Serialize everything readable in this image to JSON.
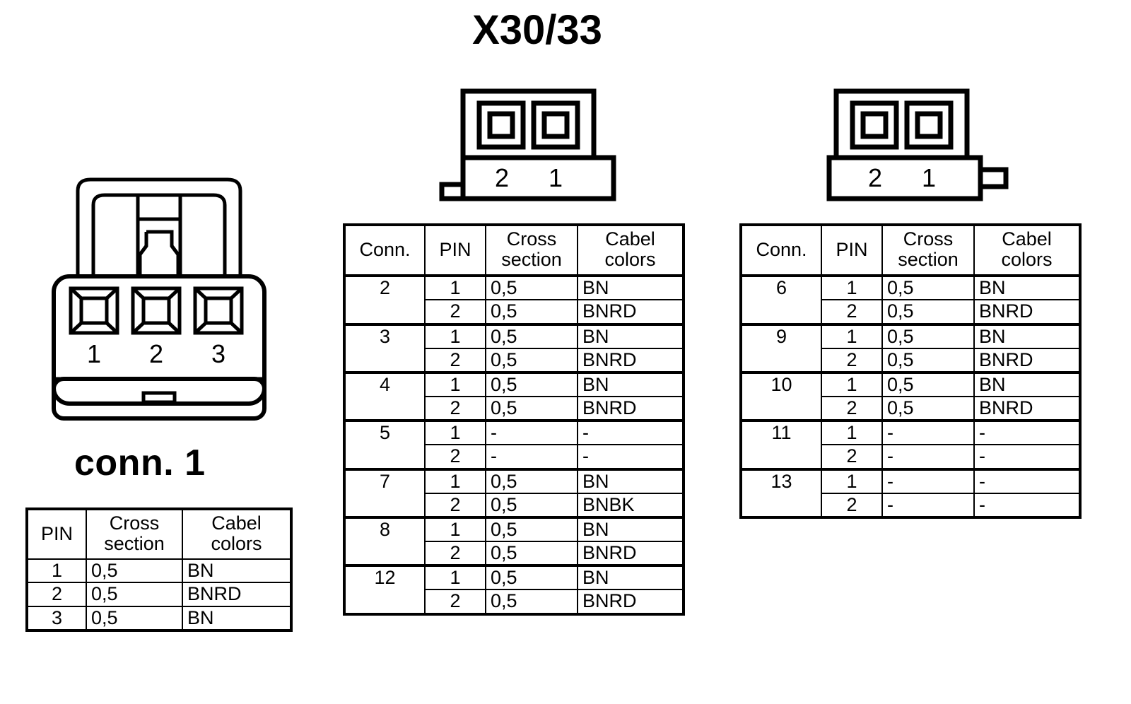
{
  "title": "X30/33",
  "left_connector": {
    "label": "conn. 1",
    "pins": [
      "1",
      "2",
      "3"
    ],
    "icon": "3-pin-connector-front-view"
  },
  "middle_connector": {
    "pins": [
      "2",
      "1"
    ],
    "icon": "2-pin-connector-front-view-left-tab"
  },
  "right_connector": {
    "pins": [
      "2",
      "1"
    ],
    "icon": "2-pin-connector-front-view-right-tab"
  },
  "conn1_table": {
    "headers": [
      "PIN",
      "Cross section",
      "Cabel colors"
    ],
    "header_parts": {
      "pin": "PIN",
      "cross": "Cross",
      "section": "section",
      "cabel": "Cabel",
      "colors": "colors"
    },
    "rows": [
      {
        "pin": "1",
        "cross_section": "0,5",
        "cabel_colors": "BN"
      },
      {
        "pin": "2",
        "cross_section": "0,5",
        "cabel_colors": "BNRD"
      },
      {
        "pin": "3",
        "cross_section": "0,5",
        "cabel_colors": "BN"
      }
    ]
  },
  "middle_table": {
    "headers": [
      "Conn.",
      "PIN",
      "Cross section",
      "Cabel colors"
    ],
    "header_parts": {
      "conn": "Conn.",
      "pin": "PIN",
      "cross": "Cross",
      "section": "section",
      "cabel": "Cabel",
      "colors": "colors"
    },
    "groups": [
      {
        "conn": "2",
        "rows": [
          {
            "pin": "1",
            "cross_section": "0,5",
            "cabel_colors": "BN"
          },
          {
            "pin": "2",
            "cross_section": "0,5",
            "cabel_colors": "BNRD"
          }
        ]
      },
      {
        "conn": "3",
        "rows": [
          {
            "pin": "1",
            "cross_section": "0,5",
            "cabel_colors": "BN"
          },
          {
            "pin": "2",
            "cross_section": "0,5",
            "cabel_colors": "BNRD"
          }
        ]
      },
      {
        "conn": "4",
        "rows": [
          {
            "pin": "1",
            "cross_section": "0,5",
            "cabel_colors": "BN"
          },
          {
            "pin": "2",
            "cross_section": "0,5",
            "cabel_colors": "BNRD"
          }
        ]
      },
      {
        "conn": "5",
        "rows": [
          {
            "pin": "1",
            "cross_section": "-",
            "cabel_colors": "-"
          },
          {
            "pin": "2",
            "cross_section": "-",
            "cabel_colors": "-"
          }
        ]
      },
      {
        "conn": "7",
        "rows": [
          {
            "pin": "1",
            "cross_section": "0,5",
            "cabel_colors": "BN"
          },
          {
            "pin": "2",
            "cross_section": "0,5",
            "cabel_colors": "BNBK"
          }
        ]
      },
      {
        "conn": "8",
        "rows": [
          {
            "pin": "1",
            "cross_section": "0,5",
            "cabel_colors": "BN"
          },
          {
            "pin": "2",
            "cross_section": "0,5",
            "cabel_colors": "BNRD"
          }
        ]
      },
      {
        "conn": "12",
        "rows": [
          {
            "pin": "1",
            "cross_section": "0,5",
            "cabel_colors": "BN"
          },
          {
            "pin": "2",
            "cross_section": "0,5",
            "cabel_colors": "BNRD"
          }
        ]
      }
    ]
  },
  "right_table": {
    "headers": [
      "Conn.",
      "PIN",
      "Cross section",
      "Cabel colors"
    ],
    "header_parts": {
      "conn": "Conn.",
      "pin": "PIN",
      "cross": "Cross",
      "section": "section",
      "cabel": "Cabel",
      "colors": "colors"
    },
    "groups": [
      {
        "conn": "6",
        "rows": [
          {
            "pin": "1",
            "cross_section": "0,5",
            "cabel_colors": "BN"
          },
          {
            "pin": "2",
            "cross_section": "0,5",
            "cabel_colors": "BNRD"
          }
        ]
      },
      {
        "conn": "9",
        "rows": [
          {
            "pin": "1",
            "cross_section": "0,5",
            "cabel_colors": "BN"
          },
          {
            "pin": "2",
            "cross_section": "0,5",
            "cabel_colors": "BNRD"
          }
        ]
      },
      {
        "conn": "10",
        "rows": [
          {
            "pin": "1",
            "cross_section": "0,5",
            "cabel_colors": "BN"
          },
          {
            "pin": "2",
            "cross_section": "0,5",
            "cabel_colors": "BNRD"
          }
        ]
      },
      {
        "conn": "11",
        "rows": [
          {
            "pin": "1",
            "cross_section": "-",
            "cabel_colors": "-"
          },
          {
            "pin": "2",
            "cross_section": "-",
            "cabel_colors": "-"
          }
        ]
      },
      {
        "conn": "13",
        "rows": [
          {
            "pin": "1",
            "cross_section": "-",
            "cabel_colors": "-"
          },
          {
            "pin": "2",
            "cross_section": "-",
            "cabel_colors": "-"
          }
        ]
      }
    ]
  },
  "colors": {
    "stroke": "#000000",
    "background": "#ffffff"
  }
}
